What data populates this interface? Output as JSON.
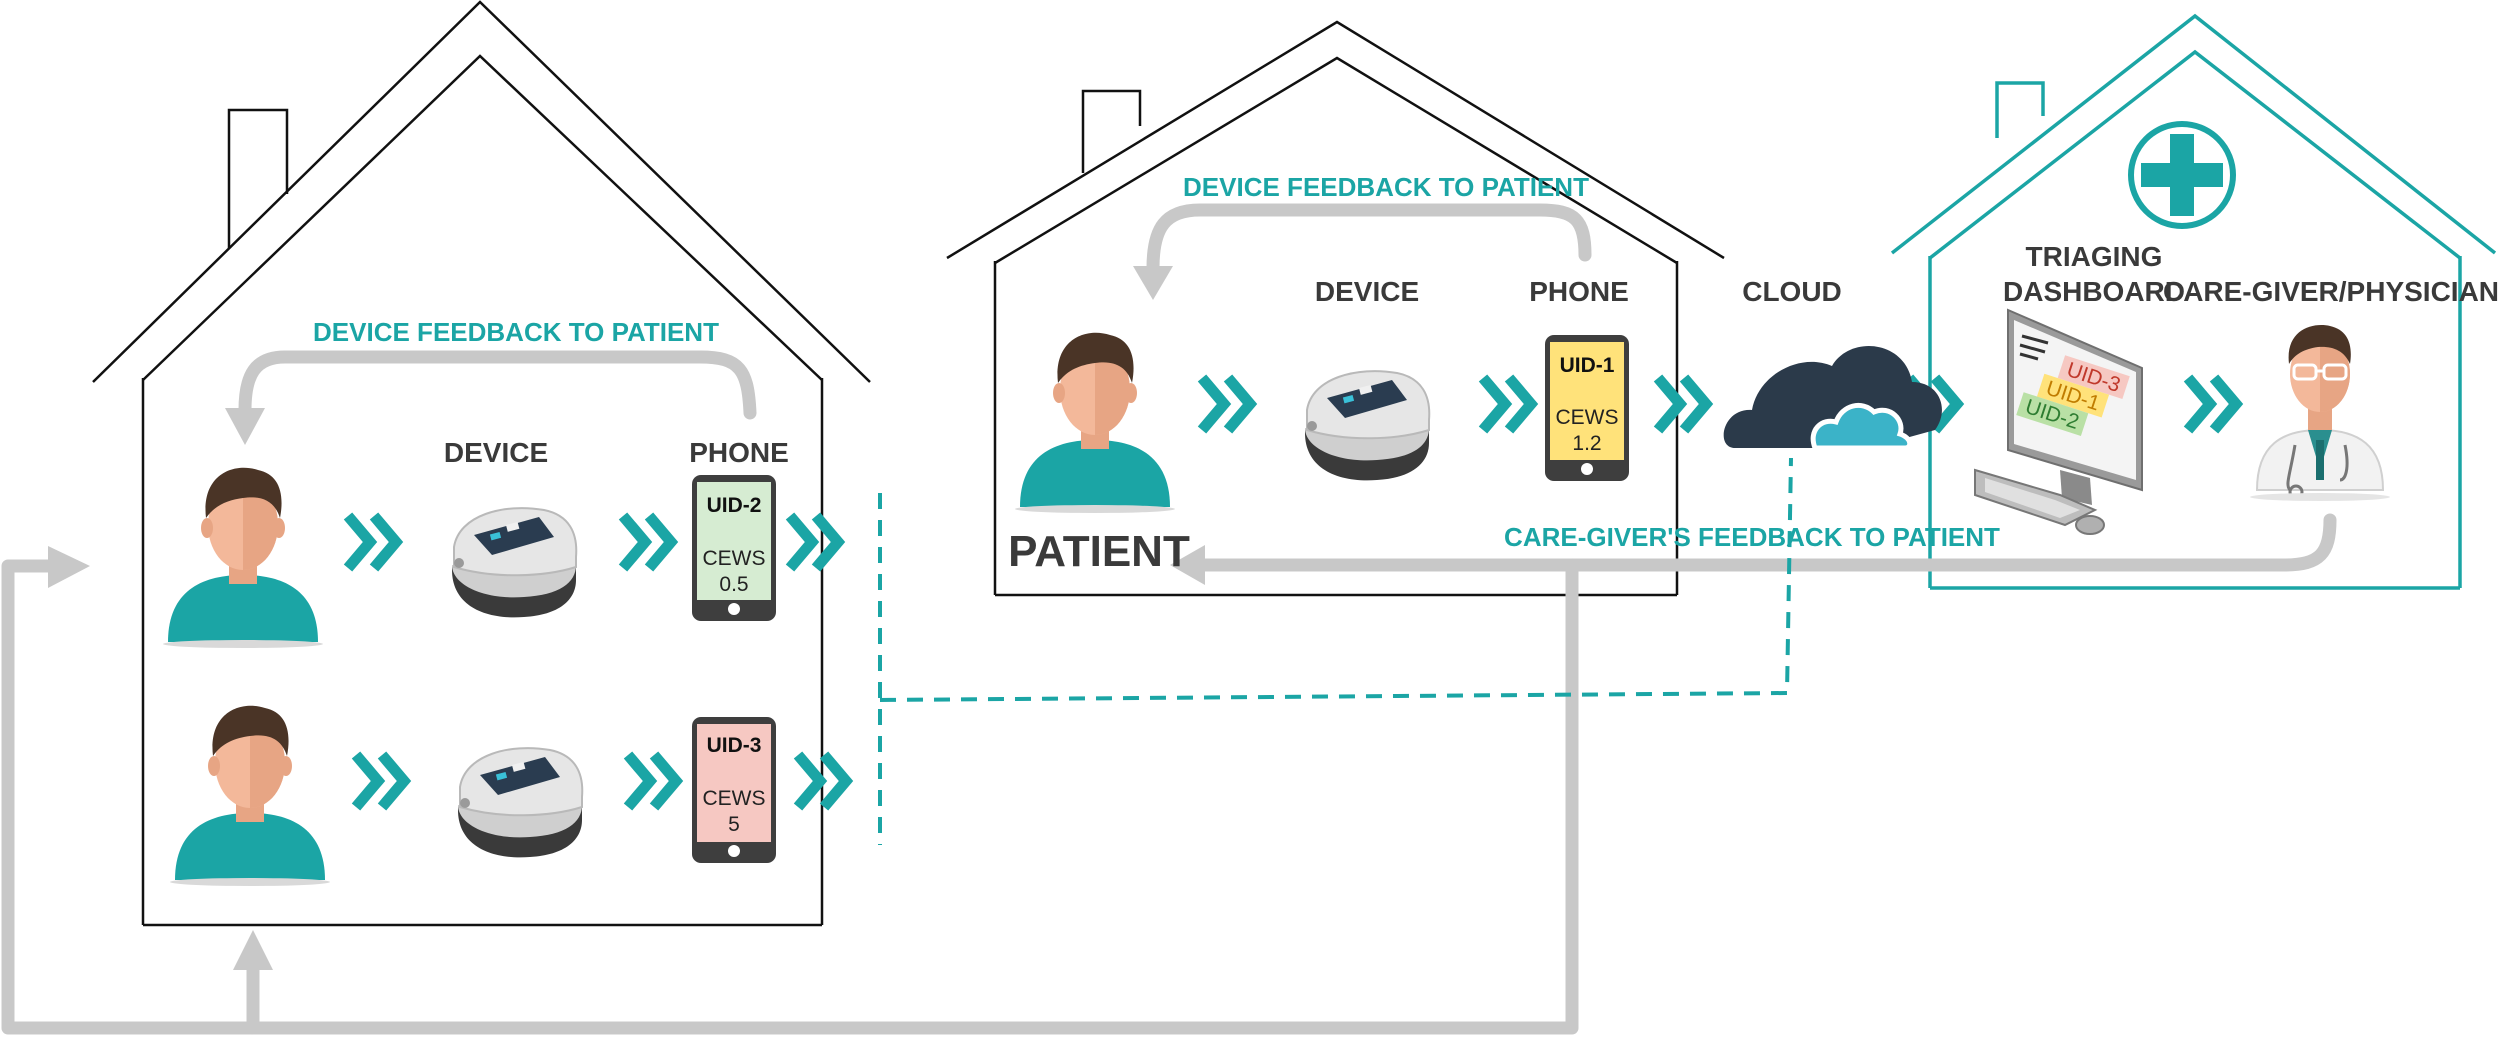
{
  "colors": {
    "teal": "#1ba5a5",
    "gray_arrow": "#c8c8c8",
    "house_outline": "#111111",
    "skin": "#f3b89a",
    "hair": "#4a3426",
    "shirt": "#1ba5a5",
    "phone_body": "#3e3e3e",
    "cloud": "#2b3a4a",
    "green_screen": "#d6ecd2",
    "red_screen": "#f6c8c2",
    "yellow_screen": "#ffe27a"
  },
  "labels": {
    "device_feedback_left": "DEVICE FEEDBACK TO PATIENT",
    "device_feedback_middle": "DEVICE FEEDBACK TO PATIENT",
    "device_left": "DEVICE",
    "phone_left": "PHONE",
    "device_middle": "DEVICE",
    "phone_middle": "PHONE",
    "patient": "PATIENT",
    "cloud": "CLOUD",
    "triaging_line1": "TRIAGING",
    "triaging_line2": "DASHBOARD",
    "caregiver": "CARE-GIVER/PHYSICIAN",
    "caregiver_feedback": "CARE-GIVER'S FEEDBACK TO PATIENT"
  },
  "phones": {
    "uid1": {
      "uid": "UID-1",
      "metric": "CEWS",
      "value": "1.2"
    },
    "uid2": {
      "uid": "UID-2",
      "metric": "CEWS",
      "value": "0.5"
    },
    "uid3": {
      "uid": "UID-3",
      "metric": "CEWS",
      "value": "5"
    }
  },
  "dashboard": {
    "rows": [
      "UID-3",
      "UID-1",
      "UID-2"
    ]
  },
  "icons": [
    "patient-icon",
    "pulse-oximeter-icon",
    "smartphone-icon",
    "cloud-icon",
    "computer-monitor-icon",
    "doctor-icon",
    "medical-cross-icon",
    "double-chevron-icon",
    "house-icon"
  ]
}
